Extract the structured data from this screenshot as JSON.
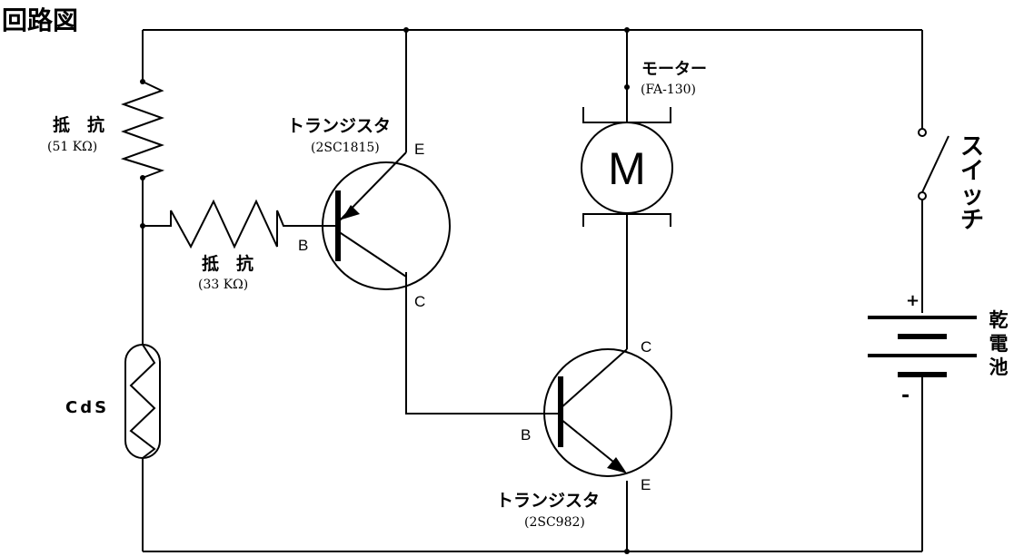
{
  "title": "回路図",
  "components": {
    "resistor_top": {
      "name": "抵　抗",
      "value": "(51 KΩ)"
    },
    "resistor_mid": {
      "name": "抵　抗",
      "value": "(33 KΩ)"
    },
    "cds": {
      "name": "CdS"
    },
    "transistor1": {
      "name": "トランジスタ",
      "part": "(2SC1815)",
      "pin_e": "E",
      "pin_b": "B",
      "pin_c": "C"
    },
    "transistor2": {
      "name": "トランジスタ",
      "part": "(2SC982)",
      "pin_e": "E",
      "pin_b": "B",
      "pin_c": "C"
    },
    "motor": {
      "name": "モーター",
      "part": "(FA-130)",
      "symbol": "M"
    },
    "switch": {
      "name_chars": [
        "ス",
        "イ",
        "ッ",
        "チ"
      ]
    },
    "battery": {
      "name_chars": [
        "乾",
        "電",
        "池"
      ],
      "plus": "+",
      "minus": "-"
    }
  }
}
